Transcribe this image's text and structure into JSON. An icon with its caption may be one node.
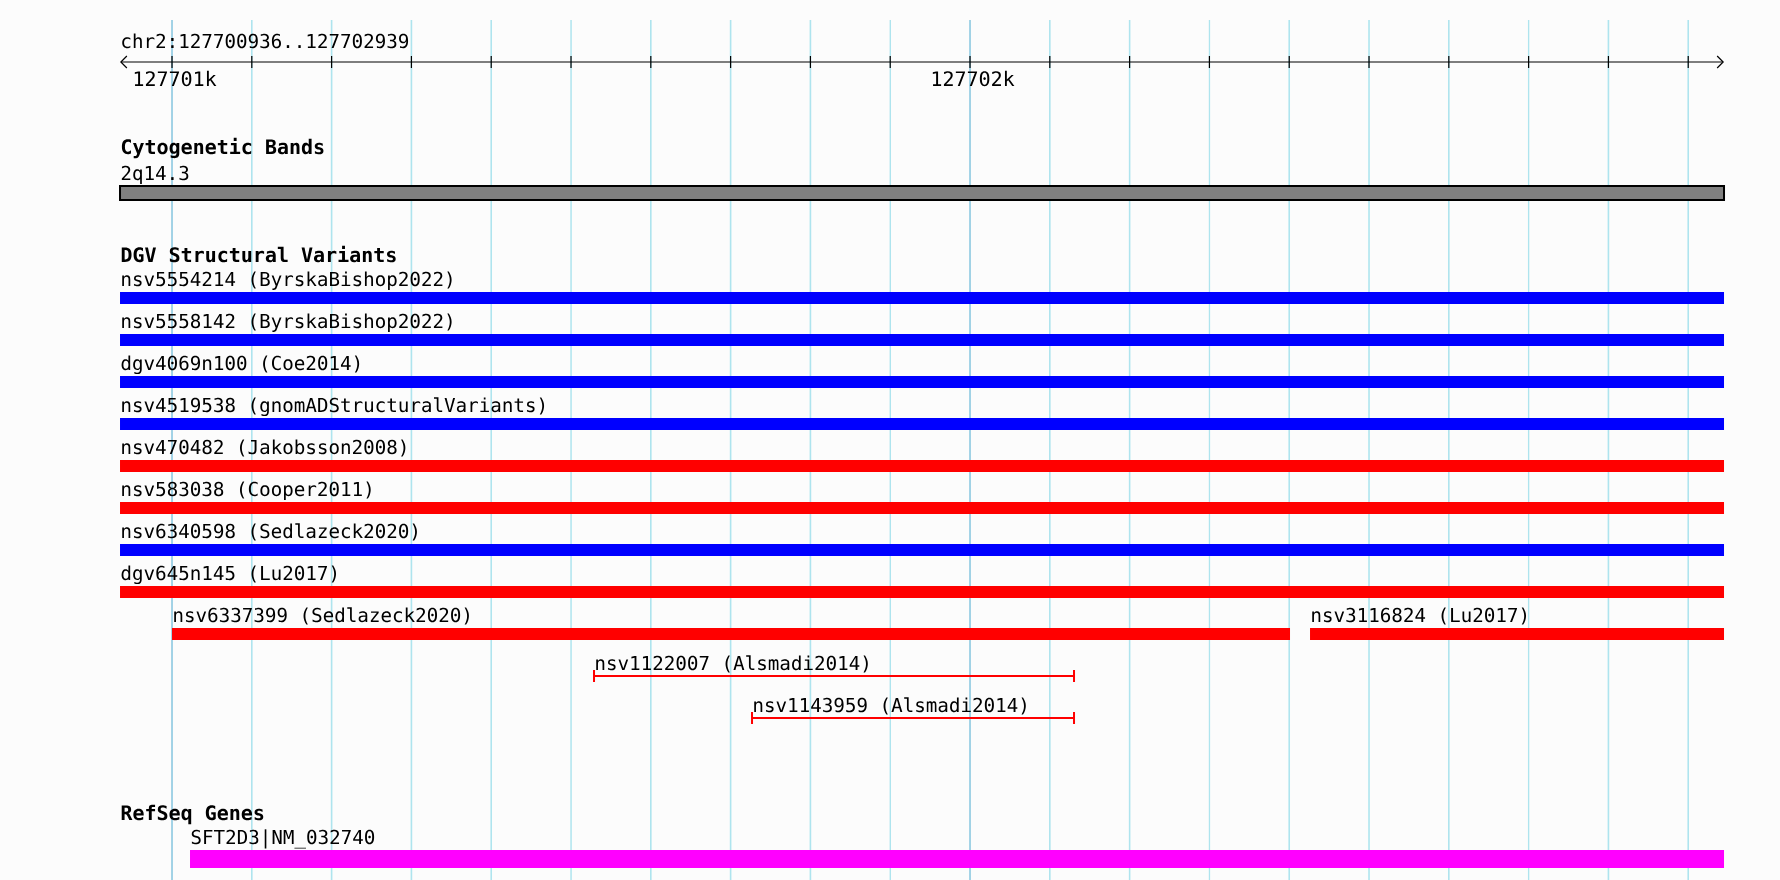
{
  "diagram": {
    "title": "chr2:127700936..127702939",
    "nodes": [
      {
        "text": [
          "2q14.3"
        ]
      },
      {
        "text": [
          "nsv5554214 (ByrskaBishop2022)"
        ]
      },
      {
        "text": [
          "nsv5558142 (ByrskaBishop2022)"
        ]
      },
      {
        "text": [
          "dgv4069n100 (Coe2014)"
        ]
      },
      {
        "text": [
          "nsv4519538 (gnomADStructuralVariants)"
        ]
      },
      {
        "text": [
          "nsv470482 (Jakobsson2008)"
        ]
      },
      {
        "text": [
          "nsv583038 (Cooper2011)"
        ]
      },
      {
        "text": [
          "nsv6340598 (Sedlazeck2020)"
        ]
      },
      {
        "text": [
          "dgv645n145 (Lu2017)"
        ]
      },
      {
        "text": [
          "nsv6337399 (Sedlazeck2020)"
        ]
      },
      {
        "text": [
          "nsv3116824 (Lu2017)"
        ]
      },
      {
        "text": [
          "nsv1122007 (Alsmadi2014)"
        ]
      },
      {
        "text": [
          "nsv1143959 (Alsmadi2014)"
        ]
      },
      {
        "text": [
          "SFT2D3|NM_032740"
        ]
      }
    ],
    "labels": [
      "127701k",
      "127702k",
      "Cytogenetic Bands",
      "DGV Structural Variants",
      "RefSeq Genes"
    ]
  }
}
